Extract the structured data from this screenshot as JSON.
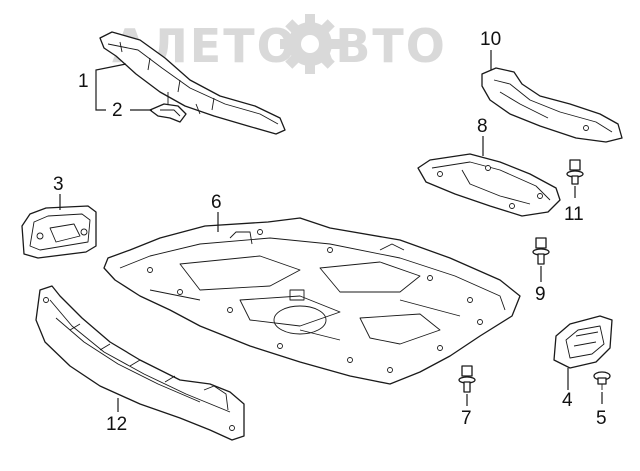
{
  "watermark": {
    "text": "АЛЕТОАВТО"
  },
  "callouts": {
    "c1": "1",
    "c2": "2",
    "c3": "3",
    "c4": "4",
    "c5": "5",
    "c6": "6",
    "c7": "7",
    "c8": "8",
    "c9": "9",
    "c10": "10",
    "c11": "11",
    "c12": "12"
  }
}
